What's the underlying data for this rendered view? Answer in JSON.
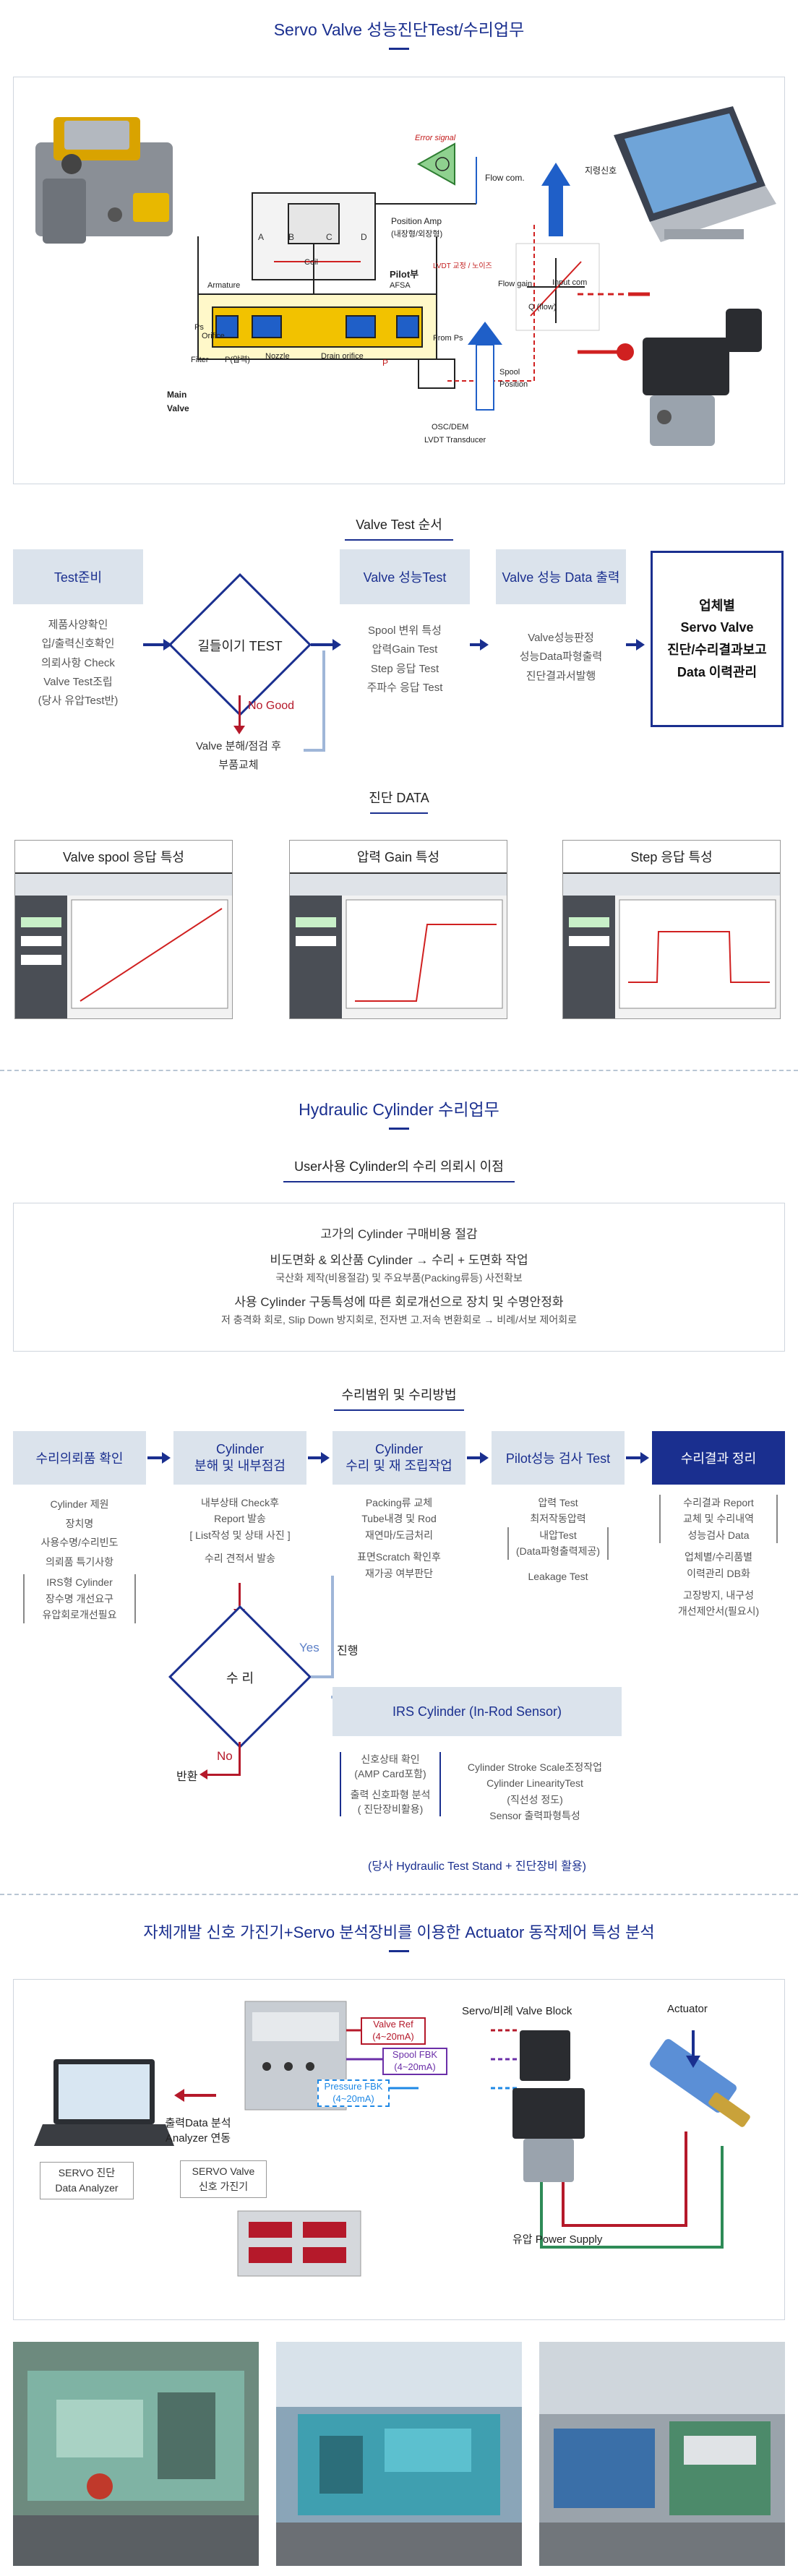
{
  "section1": {
    "title": "Servo Valve 성능진단Test/수리업무",
    "diagram": {
      "error_signal": "Error signal",
      "position_amp": "Position Amp",
      "position_amp_sub": "(내장형/외장형)",
      "flow_com": "Flow com.",
      "command_signal": "지령신호",
      "armature": "Armature",
      "coil": "Coil",
      "pilot": "Pilot부",
      "afsa": "AFSA",
      "lvdt_text": "LVDT 교정 / 노이즈",
      "flow_gain": "Flow gain",
      "input_com": "Input com",
      "q_flow": "Q (flow)",
      "ps": "Ps",
      "orifice": "Orifice",
      "filter": "Filter",
      "pressure_label": "P(압력)",
      "nozzle": "Nozzle",
      "drain_orifice": "Drain orifice",
      "from_ps": "From Ps",
      "p": "P",
      "main_valve": "Main Valve",
      "spool_position": "Spool Position",
      "osc_dem": "OSC/DEM",
      "lvdt_transducer": "LVDT Transducer",
      "letters": [
        "A",
        "B",
        "C",
        "D"
      ]
    }
  },
  "section2": {
    "title": "Valve Test 순서",
    "steps": [
      {
        "head": "Test준비",
        "lines": [
          "제품사양확인",
          "입/출력신호확인",
          "의뢰사항 Check",
          "Valve Test조립",
          "(당사 유압Test반)"
        ]
      },
      {
        "head": "Valve 성능Test",
        "lines": [
          "Spool 변위 특성",
          "압력Gain Test",
          "Step 응답 Test",
          "주파수 응답 Test"
        ]
      },
      {
        "head": "Valve 성능 Data 출력",
        "lines": [
          "Valve성능판정",
          "성능Data파형출력",
          "진단결과서발행"
        ]
      }
    ],
    "final": [
      "업체별",
      "Servo Valve",
      "진단/수리결과보고",
      "Data 이력관리"
    ],
    "diamond": "길들이기 TEST",
    "no_good": "No Good",
    "fail_action": [
      "Valve 분해/점검 후",
      "부품교체"
    ]
  },
  "section3": {
    "title": "진단 DATA",
    "panels": [
      "Valve spool 응답 특성",
      "압력 Gain 특성",
      "Step 응답 특성"
    ]
  },
  "section4": {
    "title": "Hydraulic Cylinder 수리업무",
    "benefits_title": "User사용 Cylinder의 수리 의뢰시 이점",
    "benefits": [
      {
        "text": "고가의 Cylinder 구매비용 절감",
        "size": "big"
      },
      {
        "text": "비도면화 & 외산품 Cylinder → 수리 + 도면화 작업",
        "size": "big"
      },
      {
        "text": "국산화 제작(비용절감) 및 주요부품(Packing류등) 사전확보",
        "size": "small"
      },
      {
        "text": "사용 Cylinder 구동특성에 따른 회로개선으로 장치 및 수명안정화",
        "size": "big"
      },
      {
        "text": "저 충격화 회로, Slip Down 방지회로, 전자변 고.저속 변환회로 → 비례/서보 제어회로",
        "size": "small"
      }
    ],
    "process_title": "수리범위 및 수리방법",
    "steps": [
      {
        "head": "수리의뢰품 확인",
        "lines": [
          "Cylinder 제원",
          "장치명",
          "사용수명/수리빈도",
          "의뢰품 특기사항"
        ],
        "box": [
          "IRS형 Cylinder",
          "장수명 개선요구",
          "유압회로개선필요"
        ]
      },
      {
        "head": "Cylinder\n분해 및 내부점검",
        "lines": [
          "내부상태 Check후",
          "Report 발송"
        ],
        "box2": "[ List작성 및 상태 사진 ]",
        "lines2": [
          "수리 견적서 발송"
        ]
      },
      {
        "head": "Cylinder\n수리 및 재 조립작업",
        "lines": [
          "Packing류 교체",
          "Tube내경 및 Rod",
          "재연마/도금처리",
          "",
          "표면Scratch 확인후",
          "재가공 여부판단"
        ]
      },
      {
        "head": "Pilot성능 검사 Test",
        "lines": [
          "압력 Test",
          "최저작동압력"
        ],
        "box2": [
          "내압Test",
          "(Data파형출력제공)"
        ],
        "lines2": [
          "Leakage  Test"
        ]
      },
      {
        "head": "수리결과 정리",
        "lines": [
          "수리결과 Report",
          "교체 및 수리내역",
          "성능검사 Data",
          "",
          "업체별/수리품별",
          "이력관리 DB화",
          "",
          "고장방지, 내구성",
          "개선제안서(필요시)"
        ]
      }
    ],
    "diamond": "수 리",
    "yes": "Yes",
    "proceed": "진행",
    "no": "No",
    "return": "반환",
    "irs_title": "IRS Cylinder (In-Rod Sensor)",
    "irs_left": [
      "신호상태 확인",
      "(AMP Card포함)",
      "",
      "출력 신호파형 분석",
      "( 진단장비활용)"
    ],
    "irs_right": [
      "Cylinder Stroke Scale조정작업",
      "Cylinder LinearityTest",
      "(직선성 정도)",
      "Sensor 출력파형특성"
    ],
    "note": "(당사 Hydraulic Test Stand + 진단장비 활용)"
  },
  "section5": {
    "title": "자체개발 신호 가진기+Servo 분석장비를 이용한  Actuator 동작제어 특성 분석",
    "block": "Servo/비례 Valve Block",
    "actuator": "Actuator",
    "valve_ref": [
      "Valve Ref",
      "(4~20mA)"
    ],
    "spool_fbk": [
      "Spool FBK",
      "(4~20mA)"
    ],
    "pressure_fbk": [
      "Pressure FBK",
      "(4~20mA)"
    ],
    "output": [
      "출력Data 분석",
      "Analyzer 연동"
    ],
    "servo_valve": [
      "SERVO Valve",
      "신호 가진기"
    ],
    "analyzer": [
      "SERVO 진단",
      "Data Analyzer"
    ],
    "power": "유압 Power Supply"
  },
  "colors": {
    "accent": "#1a2f8f",
    "light_head": "#dbe3ec",
    "red": "#b5192a",
    "green": "#2e8b57"
  }
}
